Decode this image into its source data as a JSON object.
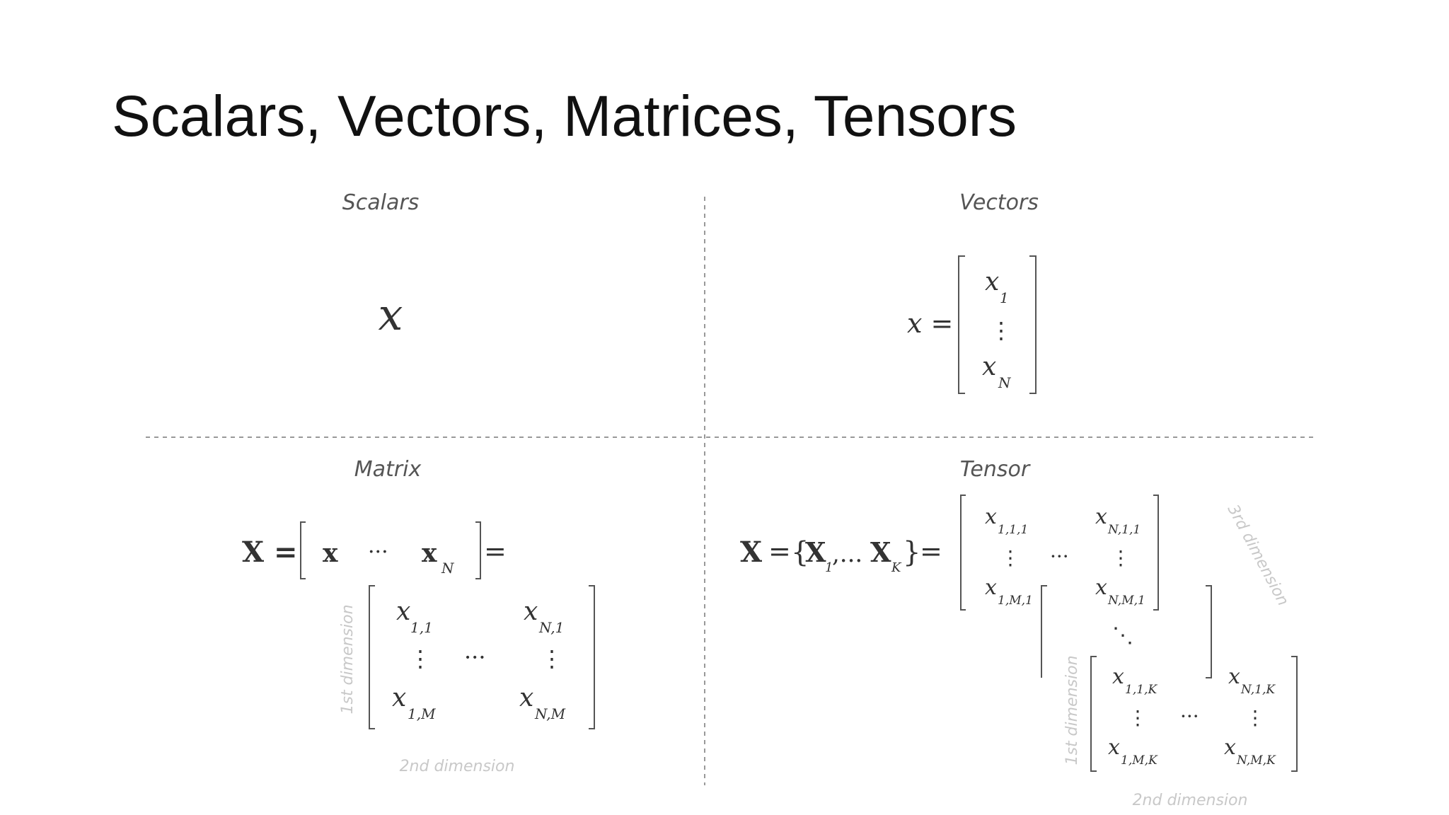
{
  "title": "Scalars, Vectors, Matrices, Tensors",
  "quadrants": {
    "scalars": {
      "label": "Scalars",
      "symbol": "x"
    },
    "vectors": {
      "label": "Vectors",
      "lhs": "x =",
      "entries": [
        "x",
        "⋮",
        "x"
      ],
      "subscripts": [
        "1",
        "N"
      ]
    },
    "matrix": {
      "label": "Matrix",
      "lhs": "X =",
      "row_entries": [
        "x",
        "···",
        "x"
      ],
      "row_subscripts": [
        "N"
      ],
      "eq": "=",
      "cells": {
        "tl": "x",
        "tl_sub": "1,1",
        "tr": "x",
        "tr_sub": "N,1",
        "bl": "x",
        "bl_sub": "1,M",
        "br": "x",
        "br_sub": "N,M",
        "vdots": "⋮",
        "hdots": "···"
      },
      "dim1_label": "1st dimension",
      "dim2_label": "2nd dimension"
    },
    "tensor": {
      "label": "Tensor",
      "lhs_X": "X",
      "lhs_eq": "=",
      "set_open": "{",
      "set_X1": "X",
      "set_sub1": "1",
      "set_mid": ",...",
      "set_XK": "X",
      "set_subK": "K",
      "set_close": "}",
      "rhs_eq": "=",
      "front": {
        "tl": "x",
        "tl_sub": "1,1,1",
        "tr": "x",
        "tr_sub": "N,1,1",
        "bl": "x",
        "bl_sub": "1,M,1",
        "br": "x",
        "br_sub": "N,M,1"
      },
      "back": {
        "tl": "x",
        "tl_sub": "1,1,K",
        "tr": "x",
        "tr_sub": "N,1,K",
        "bl": "x",
        "bl_sub": "1,M,K",
        "br": "x",
        "br_sub": "N,M,K"
      },
      "ddots": "⋱",
      "vdots": "⋮",
      "hdots": "···",
      "dim1_label": "1st dimension",
      "dim2_label": "2nd dimension",
      "dim3_label": "3rd dimension"
    }
  }
}
